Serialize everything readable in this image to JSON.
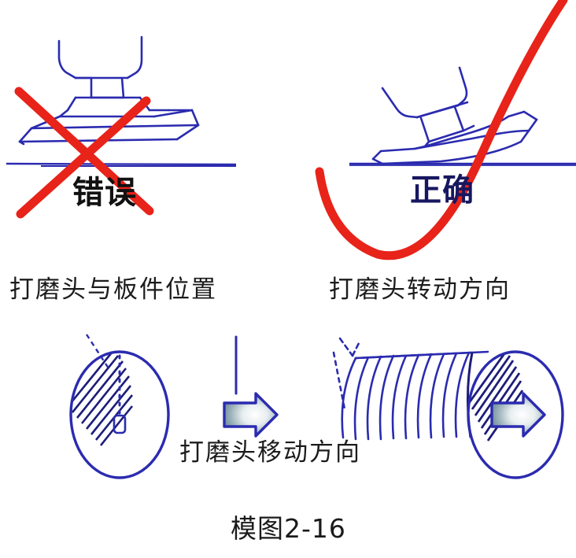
{
  "figure": {
    "number_label": "模图2-16",
    "background_color": "#ffffff",
    "line_color": "#2b2bb0",
    "dark_line_color": "#1d1d7a",
    "mark_red": "#e8231a",
    "text_black": "#111111",
    "text_navy": "#171760"
  },
  "panels": {
    "top_left": {
      "verdict": "错误",
      "caption": "打磨头与板件位置",
      "mark": "red-cross",
      "description_icon": "sander-flat-on-surface"
    },
    "top_right": {
      "verdict": "正确",
      "caption": "打磨头转动方向",
      "mark": "red-check",
      "description_icon": "sander-tilted-on-surface"
    },
    "bottom": {
      "caption": "打磨头移动方向",
      "left_icon": "hatched-sanding-disc",
      "right_icon": "swept-sanding-disc-trail",
      "arrow_left": "right-arrow",
      "arrow_right": "right-arrow"
    }
  },
  "arrows": {
    "fill_center": "#ffffff",
    "fill_edge": "#7e9aa4",
    "stroke": "#2b2bb0"
  }
}
